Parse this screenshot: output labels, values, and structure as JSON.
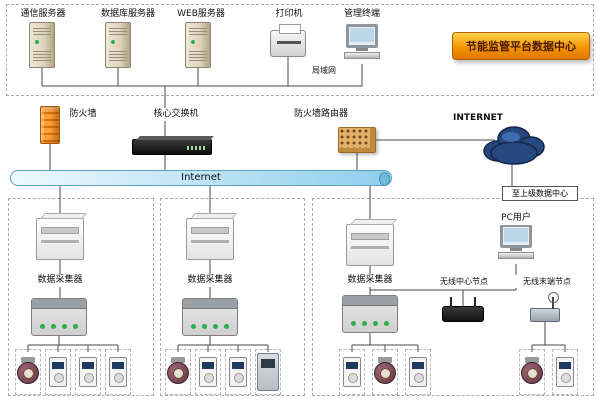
{
  "datacenter": {
    "banner": "节能监管平台数据中心",
    "lan_label": "局域网",
    "comm_server": "通信服务器",
    "db_server": "数据库服务器",
    "web_server": "WEB服务器",
    "printer": "打印机",
    "mgmt_terminal": "管理终端"
  },
  "network": {
    "firewall": "防火墙",
    "core_switch": "核心交换机",
    "firewall_router": "防火墙路由器",
    "internet": "INTERNET",
    "backbone": "Internet",
    "to_upper_datacenter": "至上级数据中心"
  },
  "branches": {
    "collector": "数据采集器",
    "pc_user": "PC用户",
    "wireless_center": "无线中心节点",
    "wireless_end": "无线末端节点"
  },
  "colors": {
    "banner_orange": "#f59500",
    "backbone_blue": "#8ecfec",
    "firewall_orange": "#f08a1e",
    "cloud_navy": "#27477f",
    "led_green": "#2fae4e"
  }
}
